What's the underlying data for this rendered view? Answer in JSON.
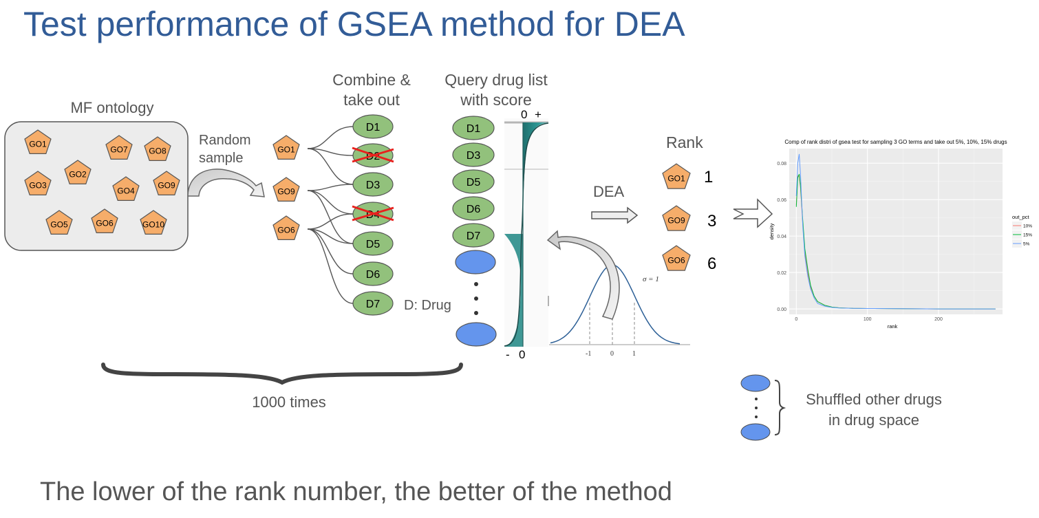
{
  "title": "Test performance of GSEA method for DEA",
  "footer": "The lower of the rank number, the better of the method",
  "colors": {
    "title": "#325c97",
    "go_fill": "#f6ad6a",
    "drug_green": "#92c17c",
    "drug_blue": "#6495ed",
    "cross": "#e8211d",
    "teal": "#2a8d8a",
    "curve": "#2c5f96"
  },
  "ontology": {
    "label": "MF ontology",
    "terms": [
      "GO1",
      "GO7",
      "GO8",
      "GO2",
      "GO3",
      "GO4",
      "GO9",
      "GO5",
      "GO6",
      "GO10"
    ]
  },
  "random_sample_label": [
    "Random",
    "sample"
  ],
  "sampled_terms": [
    "GO1",
    "GO9",
    "GO6"
  ],
  "combine_label": [
    "Combine &",
    "take out"
  ],
  "combined_drugs": [
    {
      "label": "D1",
      "removed": false
    },
    {
      "label": "D2",
      "removed": true
    },
    {
      "label": "D3",
      "removed": false
    },
    {
      "label": "D4",
      "removed": true
    },
    {
      "label": "D5",
      "removed": false
    },
    {
      "label": "D6",
      "removed": false
    },
    {
      "label": "D7",
      "removed": false
    }
  ],
  "drug_legend": "D: Drug",
  "query_label": [
    "Query drug list",
    "with score"
  ],
  "query_drugs": [
    "D1",
    "D3",
    "D5",
    "D6",
    "D7"
  ],
  "score_axis": {
    "top_left": "0",
    "top_right": "+",
    "bottom_left": "-",
    "bottom_right": "0"
  },
  "normal": {
    "sigma_label": "σ = 1",
    "ticks": [
      "-1",
      "0",
      "1"
    ]
  },
  "dea_label": "DEA",
  "rank": {
    "label": "Rank",
    "items": [
      {
        "term": "GO1",
        "rank": "1"
      },
      {
        "term": "GO9",
        "rank": "3"
      },
      {
        "term": "GO6",
        "rank": "6"
      }
    ]
  },
  "repeat_label": "1000 times",
  "shuffled_label": [
    "Shuffled other drugs",
    "in drug space"
  ],
  "chart_data": {
    "type": "line",
    "title": "Comp of rank distri of gsea test for sampling 3 GO terms and take out 5%, 10%, 15% drugs",
    "xlabel": "rank",
    "ylabel": "density",
    "xlim": [
      -10,
      290
    ],
    "ylim": [
      -0.003,
      0.088
    ],
    "x_ticks": [
      "0",
      "100",
      "200"
    ],
    "y_ticks": [
      "0.00",
      "0.02",
      "0.04",
      "0.06",
      "0.08"
    ],
    "legend": {
      "title": "out_pct",
      "placement": "right"
    },
    "grid": true,
    "series": [
      {
        "name": "10%",
        "color": "#f8766d",
        "x": [
          0,
          2,
          4,
          6,
          9,
          12,
          16,
          20,
          25,
          30,
          40,
          50,
          60,
          80,
          100,
          150,
          200,
          280
        ],
        "y": [
          0.057,
          0.073,
          0.073,
          0.066,
          0.047,
          0.031,
          0.02,
          0.012,
          0.007,
          0.004,
          0.002,
          0.001,
          0.0006,
          0.0003,
          0.0002,
          0.0001,
          0.0,
          0.0
        ]
      },
      {
        "name": "15%",
        "color": "#00ba38",
        "x": [
          0,
          2,
          4,
          6,
          9,
          12,
          16,
          20,
          25,
          30,
          40,
          50,
          60,
          80,
          100,
          150,
          200,
          280
        ],
        "y": [
          0.056,
          0.072,
          0.074,
          0.067,
          0.049,
          0.033,
          0.022,
          0.013,
          0.007,
          0.004,
          0.002,
          0.001,
          0.0006,
          0.0003,
          0.0002,
          0.0001,
          0.0,
          0.0
        ]
      },
      {
        "name": "5%",
        "color": "#619cff",
        "x": [
          0,
          2,
          4,
          6,
          9,
          12,
          16,
          20,
          25,
          30,
          40,
          50,
          60,
          80,
          100,
          150,
          200,
          280
        ],
        "y": [
          0.062,
          0.08,
          0.085,
          0.073,
          0.046,
          0.029,
          0.018,
          0.011,
          0.006,
          0.003,
          0.0015,
          0.0008,
          0.0005,
          0.0003,
          0.0002,
          0.0001,
          0.0,
          0.0
        ]
      }
    ]
  }
}
